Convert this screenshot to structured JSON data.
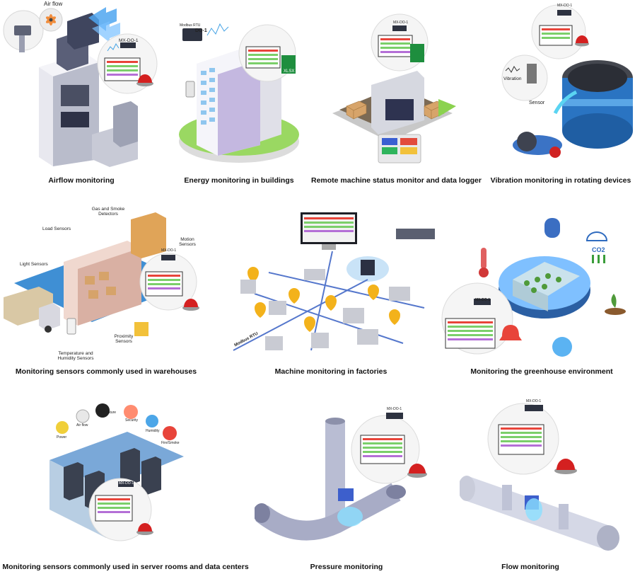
{
  "panels": [
    {
      "caption": "Airflow monitoring",
      "labels": {
        "airflow": "Air flow",
        "device": "MX-DO-1"
      }
    },
    {
      "caption": "Energy monitoring in buildings",
      "labels": {
        "device": "DO-1",
        "rtu": "Modbus RTU"
      }
    },
    {
      "caption": "Remote machine status monitor and data logger",
      "labels": {
        "device": "MX-DO-1"
      }
    },
    {
      "caption": "Vibration monitoring in rotating devices",
      "labels": {
        "device": "MX-DO-1",
        "vibration": "Vibration",
        "sensor": "Sensor"
      }
    },
    {
      "caption": "Monitoring sensors commonly used in warehouses",
      "labels": {
        "gas": "Gas and Smoke Detectors",
        "load": "Load Sensors",
        "motion": "Motion Sensors",
        "light": "Light Sensors",
        "proximity": "Proximity Sensors",
        "temp": "Temperature and Humidity Sensors",
        "device": "MX-DO-1"
      }
    },
    {
      "caption": "Machine monitoring in factories",
      "labels": {
        "rtu": "Modbus RTU"
      }
    },
    {
      "caption": "Monitoring the greenhouse environment",
      "labels": {
        "device": "MX-DO-1",
        "co2": "CO2"
      }
    },
    {
      "caption": "Monitoring sensors commonly used in server rooms and data centers",
      "labels": {
        "temperature": "Temperature",
        "airflow": "Air flow",
        "security": "Security",
        "power": "Power",
        "humidity": "Humidity",
        "fire": "Fire/Smoke",
        "device": "MX-DO-1"
      }
    },
    {
      "caption": "Pressure monitoring",
      "labels": {
        "device": "MX-DO-1"
      }
    },
    {
      "caption": "Flow monitoring",
      "labels": {
        "device": "MX-DO-1"
      }
    }
  ]
}
